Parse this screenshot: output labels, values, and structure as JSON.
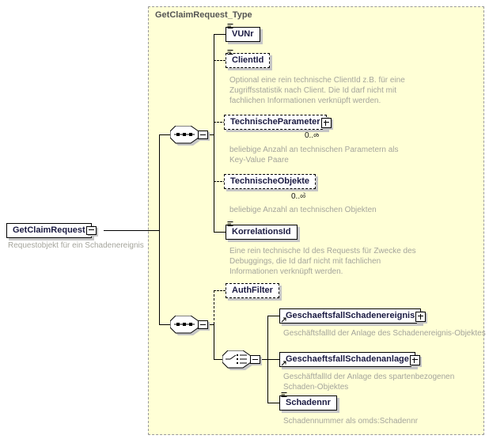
{
  "type_box": {
    "title": "GetClaimRequest_Type"
  },
  "root_element": {
    "label": "GetClaimRequest",
    "description": "Requestobjekt für ein Schadenereignis"
  },
  "elements": {
    "vunr": {
      "label": "VUNr"
    },
    "client_id": {
      "label": "ClientId",
      "description": [
        "Optional eine rein technische ClientId z.B. für eine",
        "Zugriffsstatistik nach Client. Die Id darf nicht mit",
        "fachlichen Informationen verknüpft werden."
      ]
    },
    "technische_parameter": {
      "label": "TechnischeParameter",
      "cardinality": "0..∞",
      "description": [
        "beliebige Anzahl an technischen Parametern als",
        "Key-Value Paare"
      ]
    },
    "technische_objekte": {
      "label": "TechnischeObjekte",
      "cardinality": "0..∞",
      "description": [
        "beliebige Anzahl an technischen Objekten"
      ]
    },
    "korrelations_id": {
      "label": "KorrelationsId",
      "description": [
        "Eine rein technische Id des Requests für Zwecke des",
        "Debuggings, die Id darf nicht mit fachlichen",
        "Informationen verknüpft werden."
      ]
    },
    "auth_filter": {
      "label": "AuthFilter"
    },
    "geschaeftsfall_schadenereignis": {
      "label": "GeschaeftsfallSchadenereignis",
      "description": [
        "GeschäftsfallId der Anlage des Schadenereignis-Objektes"
      ]
    },
    "geschaeftsfall_schadenanlage": {
      "label": "GeschaeftsfallSchadenanlage",
      "description": [
        "GeschäftfallId der Anlage des spartenbezogenen",
        "Schaden-Objektes"
      ]
    },
    "schadennr": {
      "label": "Schadennr",
      "description": [
        "Schadennummer als omds:Schadennr"
      ]
    }
  },
  "icons": {
    "text_content": "≡",
    "reference": "↗",
    "sequence": "⋯",
    "choice": "⑂",
    "collapse": "−",
    "expand": "+"
  },
  "colors": {
    "container_fill": "#FFFFD6",
    "container_border": "#9A9A9A",
    "box_shadow": "#C6C6C6",
    "element_text": "#1A1A42",
    "description_text": "#A5A59C"
  }
}
